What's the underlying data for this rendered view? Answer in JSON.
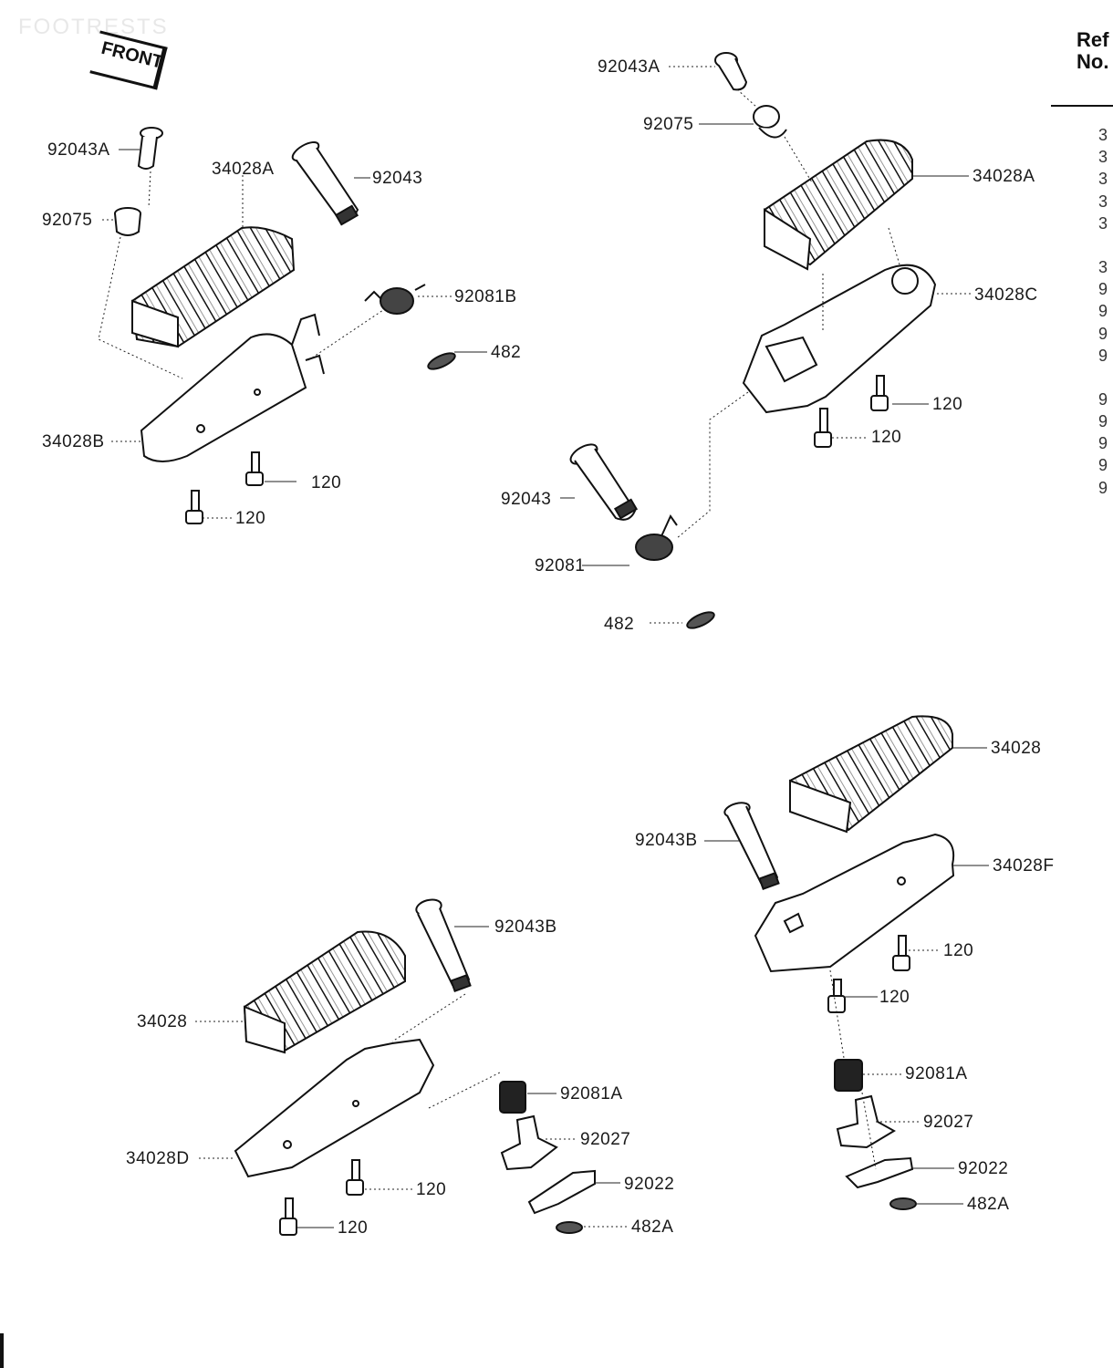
{
  "page": {
    "section_title": "FOOTRESTS",
    "front_tag": "FRONT",
    "ref_header": "Ref\nNo.",
    "ref_header_line1": "Ref",
    "ref_header_line2": "No."
  },
  "ref_column_partial": [
    "3",
    "3",
    "3",
    "3",
    "3",
    "",
    "3",
    "9",
    "9",
    "9",
    "9",
    "",
    "9",
    "9",
    "9",
    "9",
    "9"
  ],
  "assemblies": [
    {
      "name": "front-left-footrest",
      "labels": {
        "bolt": "92043A",
        "collar": "92075",
        "rubber": "34028A",
        "pin": "92043",
        "spring": "92081B",
        "clip": "482",
        "bracket": "34028B",
        "bolt_a": "120",
        "bolt_b": "120"
      }
    },
    {
      "name": "front-right-footrest",
      "labels": {
        "bolt": "92043A",
        "collar": "92075",
        "rubber": "34028A",
        "bracket": "34028C",
        "bolt_a": "120",
        "bolt_b": "120",
        "pin": "92043",
        "spring": "92081",
        "clip": "482"
      }
    },
    {
      "name": "rear-right-footrest",
      "labels": {
        "rubber": "34028",
        "pin": "92043B",
        "bracket": "34028F",
        "bolt_a": "120",
        "bolt_b": "120",
        "spring": "92081A",
        "holder": "92027",
        "ball": "92022",
        "clip": "482A"
      }
    },
    {
      "name": "rear-left-footrest",
      "labels": {
        "pin": "92043B",
        "rubber": "34028",
        "bracket": "34028D",
        "spring": "92081A",
        "holder": "92027",
        "ball": "92022",
        "clip": "482A",
        "bolt_a": "120",
        "bolt_b": "120"
      }
    }
  ]
}
